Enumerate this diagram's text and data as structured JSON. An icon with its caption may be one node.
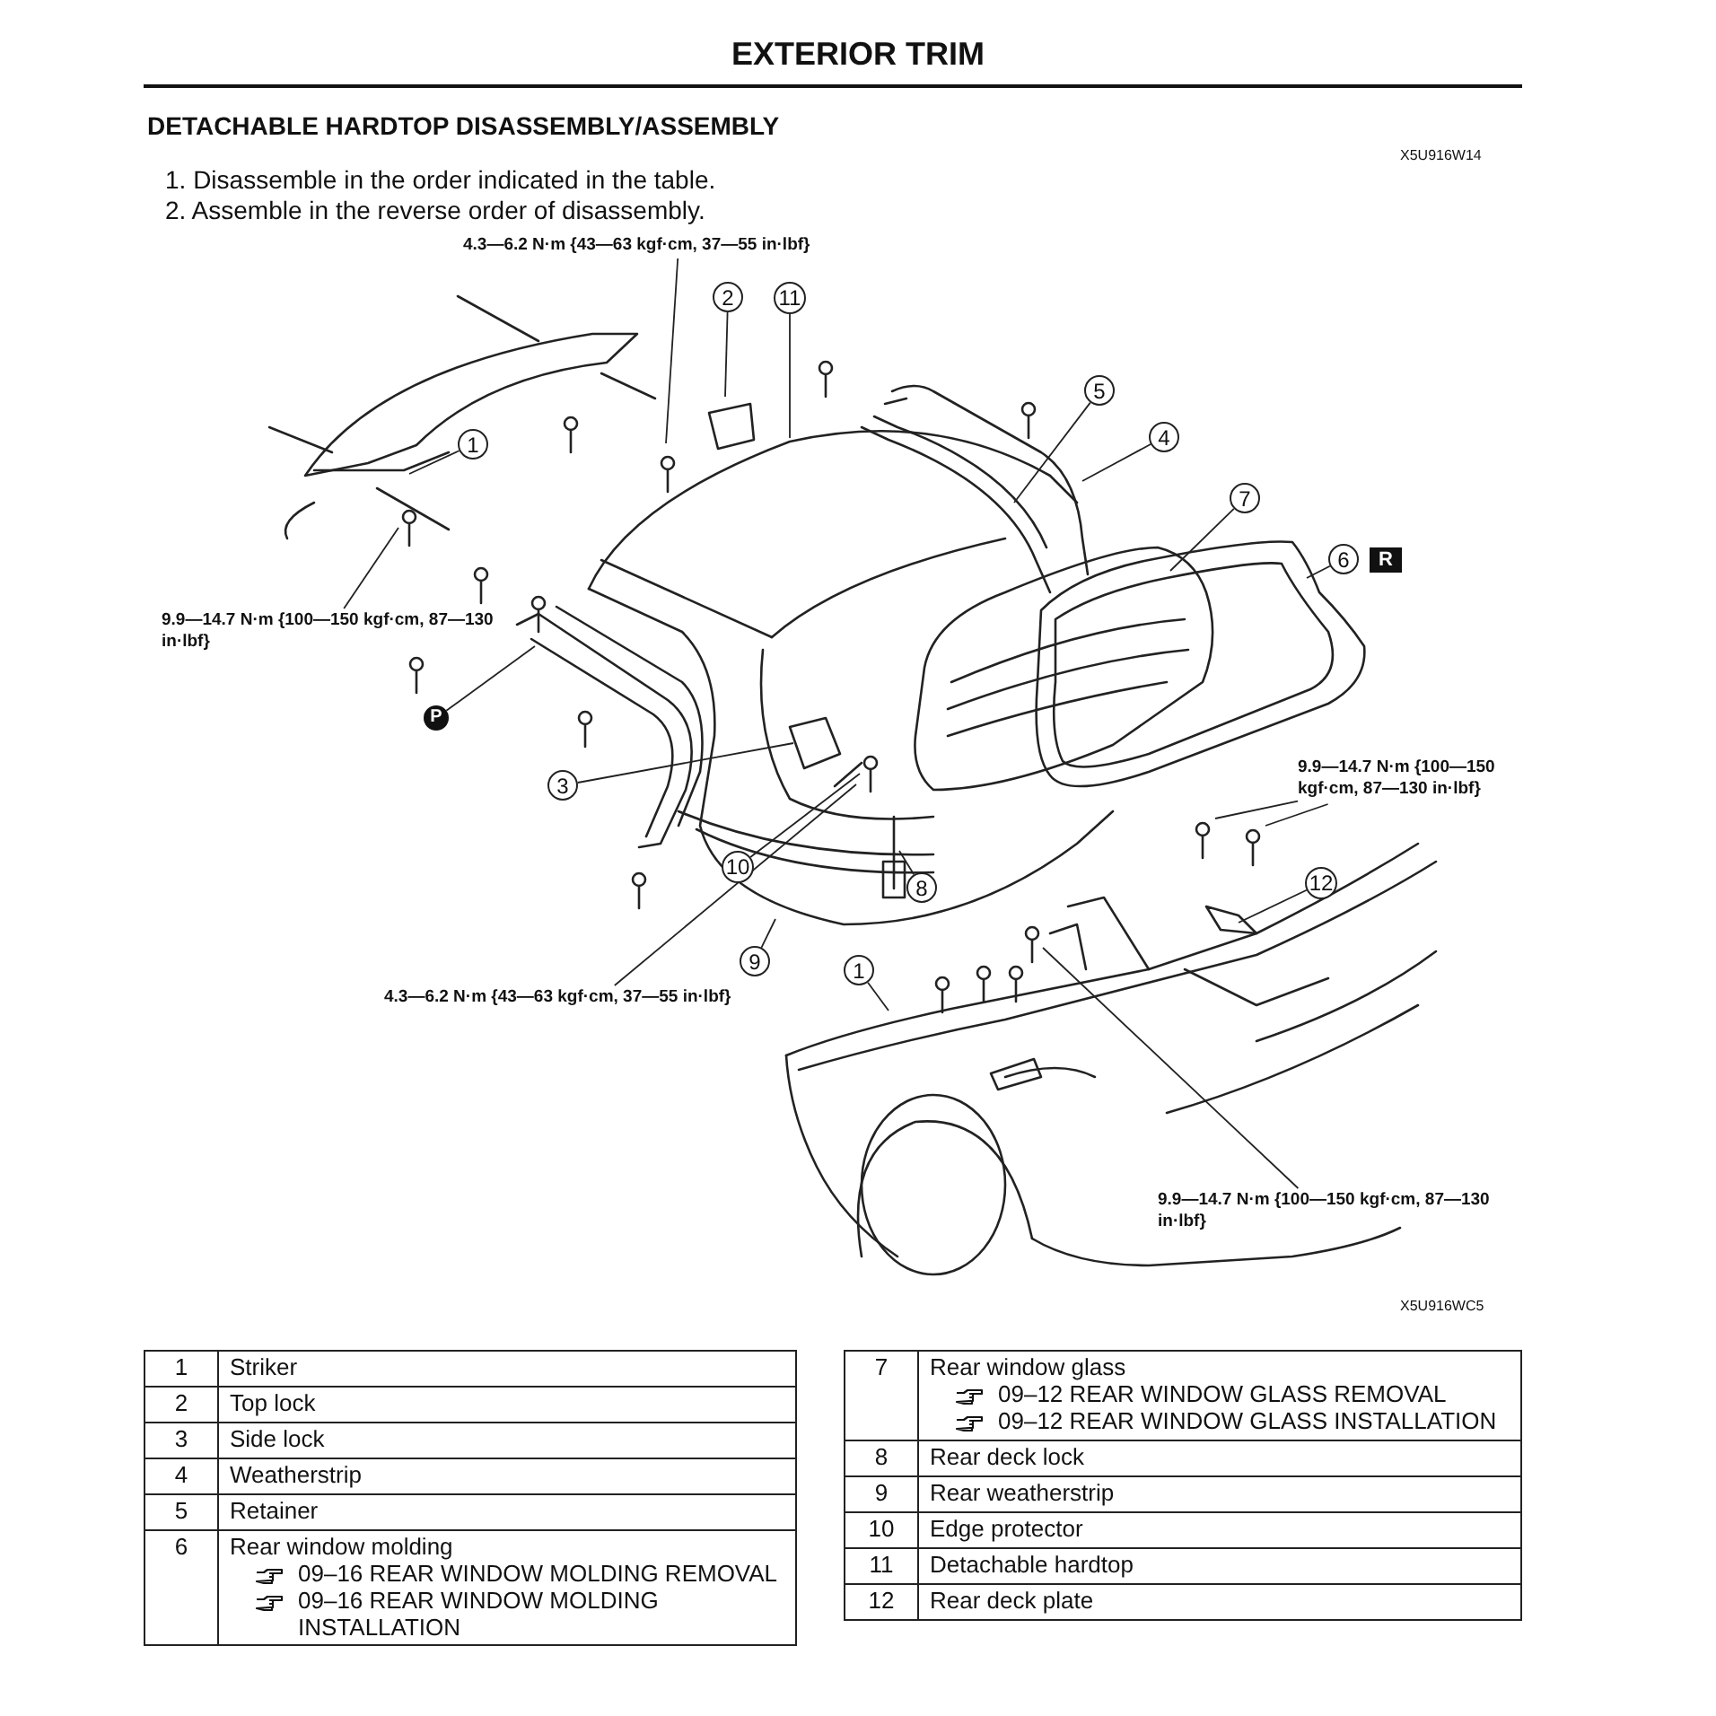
{
  "diagram": {
    "title": "EXTERIOR TRIM",
    "nodes": [
      {
        "text": [
          "4.3—6.2 N·m {43—63 kgf·cm, 37—55 in·lbf}"
        ]
      },
      {
        "text": [
          "2"
        ]
      },
      {
        "text": [
          "11"
        ]
      },
      {
        "text": [
          "1"
        ]
      },
      {
        "text": [
          "5"
        ]
      },
      {
        "text": [
          "4"
        ]
      },
      {
        "text": [
          "7"
        ]
      },
      {
        "text": [
          "6"
        ],
        "beside": [
          "R"
        ]
      },
      {
        "text": [
          "9.9—14.7 N·m {100—150 kgf·cm, 87—130 in·lbf}"
        ]
      },
      {
        "text": [
          "P"
        ]
      },
      {
        "text": [
          "3"
        ]
      },
      {
        "text": [
          "9.9—14.7 N·m {100—150 kgf·cm, 87—130 in·lbf}"
        ]
      },
      {
        "text": [
          "10"
        ]
      },
      {
        "text": [
          "8"
        ]
      },
      {
        "text": [
          "12"
        ]
      },
      {
        "text": [
          "9"
        ]
      },
      {
        "text": [
          "4.3—6.2 N·m {43—63 kgf·cm, 37—55 in·lbf}"
        ]
      },
      {
        "text": [
          "1"
        ]
      },
      {
        "text": [
          "9.9—14.7 N·m {100—150 kgf·cm, 87—130 in·lbf}"
        ]
      }
    ],
    "edges": [
      {
        "from": 0,
        "to": null,
        "arrow": "none"
      },
      {
        "from": 1,
        "to": null,
        "arrow": "none"
      },
      {
        "from": 2,
        "to": null,
        "arrow": "none"
      },
      {
        "from": 3,
        "to": null,
        "arrow": "none"
      },
      {
        "from": 4,
        "to": null,
        "arrow": "none"
      },
      {
        "from": 5,
        "to": null,
        "arrow": "none"
      },
      {
        "from": 6,
        "to": null,
        "arrow": "none"
      },
      {
        "from": 7,
        "to": null,
        "arrow": "none"
      },
      {
        "from": 8,
        "to": null,
        "arrow": "none"
      },
      {
        "from": 9,
        "to": null,
        "arrow": "none"
      },
      {
        "from": 10,
        "to": null,
        "arrow": "none"
      },
      {
        "from": 11,
        "to": null,
        "arrow": "none"
      },
      {
        "from": 11,
        "to": null,
        "arrow": "none"
      },
      {
        "from": 12,
        "to": null,
        "arrow": "none"
      },
      {
        "from": 13,
        "to": null,
        "arrow": "none"
      },
      {
        "from": 14,
        "to": null,
        "arrow": "none"
      },
      {
        "from": 15,
        "to": null,
        "arrow": "none"
      },
      {
        "from": 16,
        "to": null,
        "arrow": "none"
      },
      {
        "from": 17,
        "to": null,
        "arrow": "none"
      },
      {
        "from": 18,
        "to": null,
        "arrow": "none"
      }
    ],
    "labels": [
      "DETACHABLE HARDTOP DISASSEMBLY/ASSEMBLY",
      "X5U916W14",
      "1. Disassemble in the order indicated in the table.",
      "2. Assemble in the reverse order of disassembly.",
      "X5U916WC5",
      "1",
      "Striker",
      "2",
      "Top lock",
      "3",
      "Side lock",
      "4",
      "Weatherstrip",
      "5",
      "Retainer",
      "6",
      "Rear window molding",
      "09–16 REAR WINDOW MOLDING REMOVAL",
      "09–16 REAR WINDOW MOLDING INSTALLATION",
      "7",
      "Rear window glass",
      "09–12 REAR WINDOW GLASS REMOVAL",
      "09–12 REAR WINDOW GLASS INSTALLATION",
      "8",
      "Rear deck lock",
      "9",
      "Rear weatherstrip",
      "10",
      "Edge protector",
      "11",
      "Detachable hardtop",
      "12",
      "Rear deck plate"
    ]
  }
}
